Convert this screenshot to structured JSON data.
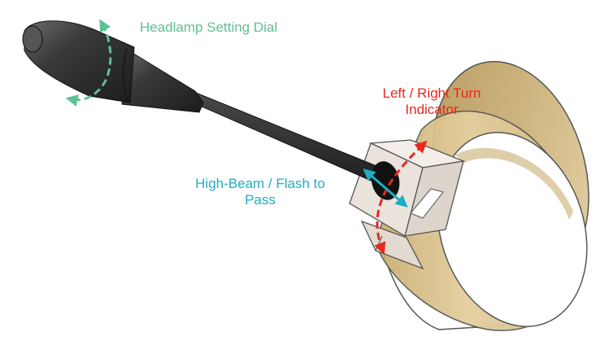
{
  "labels": {
    "headlamp_dial": "Headlamp Setting Dial",
    "turn_indicator": "Left / Right Turn Indicator",
    "high_beam": "High-Beam / Flash to Pass"
  },
  "colors": {
    "headlamp_dial": "#5ec192",
    "turn_indicator": "#e8281e",
    "high_beam": "#1eaec4",
    "collar": "#d9c290",
    "stalk": "#2a2a2a",
    "mount_block": "#eae3dc"
  }
}
